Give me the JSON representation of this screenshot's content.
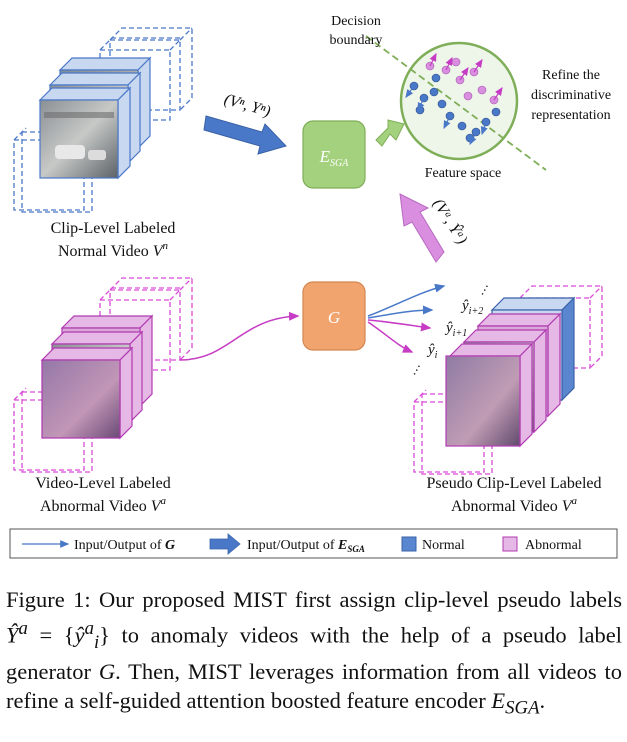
{
  "nodes": {
    "esga": {
      "symbol": "E",
      "sub": "SGA"
    },
    "g": {
      "symbol": "G"
    }
  },
  "labels": {
    "clip_level": {
      "line1": "Clip-Level Labeled",
      "line2": "Normal Video",
      "var": "V",
      "sup": "n"
    },
    "video_level": {
      "line1": "Video-Level Labeled",
      "line2": "Abnormal Video",
      "var": "V",
      "sup": "a"
    },
    "pseudo_clip": {
      "line1": "Pseudo Clip-Level Labeled",
      "line2": "Abnormal Video",
      "var": "V",
      "sup": "a"
    },
    "decision_boundary": {
      "line1": "Decision",
      "line2": "boundary"
    },
    "refine": {
      "line1": "Refine the",
      "line2": "discriminative",
      "line3": "representation"
    },
    "feature_space": "Feature space",
    "edge_normal": "(Vⁿ, Yⁿ)",
    "edge_abnormal": "(Vᵃ, Ŷᵃ)",
    "y_hat": "ŷ",
    "sub_i": "i",
    "sub_i1": "i+1",
    "sub_i2": "i+2",
    "dots": "…"
  },
  "legend": {
    "g_io": "Input/Output of",
    "g_sym": "G",
    "esga_io": "Input/Output of",
    "esga_sym": "E",
    "esga_sub": "SGA",
    "normal": "Normal",
    "abnormal": "Abnormal"
  },
  "caption": {
    "p1": "Figure 1: Our proposed MIST first assign clip-level pseudo labels ",
    "ya": "Ŷ",
    "ya_sup": "a",
    "eq": " = {",
    "yi": "ŷ",
    "yi_sup": "a",
    "yi_sub": "i",
    "p2": "} to anomaly videos with the help of a pseudo label generator ",
    "g": "G",
    "p3": ". Then, MIST leverages information from all videos to refine a self-guided attention boosted feature encoder ",
    "e": "E",
    "e_sub": "SGA",
    "p4": "."
  },
  "colors": {
    "normal_blue": "#4a78c8",
    "abnormal_magenta": "#d94bd6",
    "esga_green": "#a4d17e",
    "g_orange": "#f2a46f",
    "big_arrow_blue": "#4a78c8",
    "big_arrow_purple": "#d98ee0"
  }
}
